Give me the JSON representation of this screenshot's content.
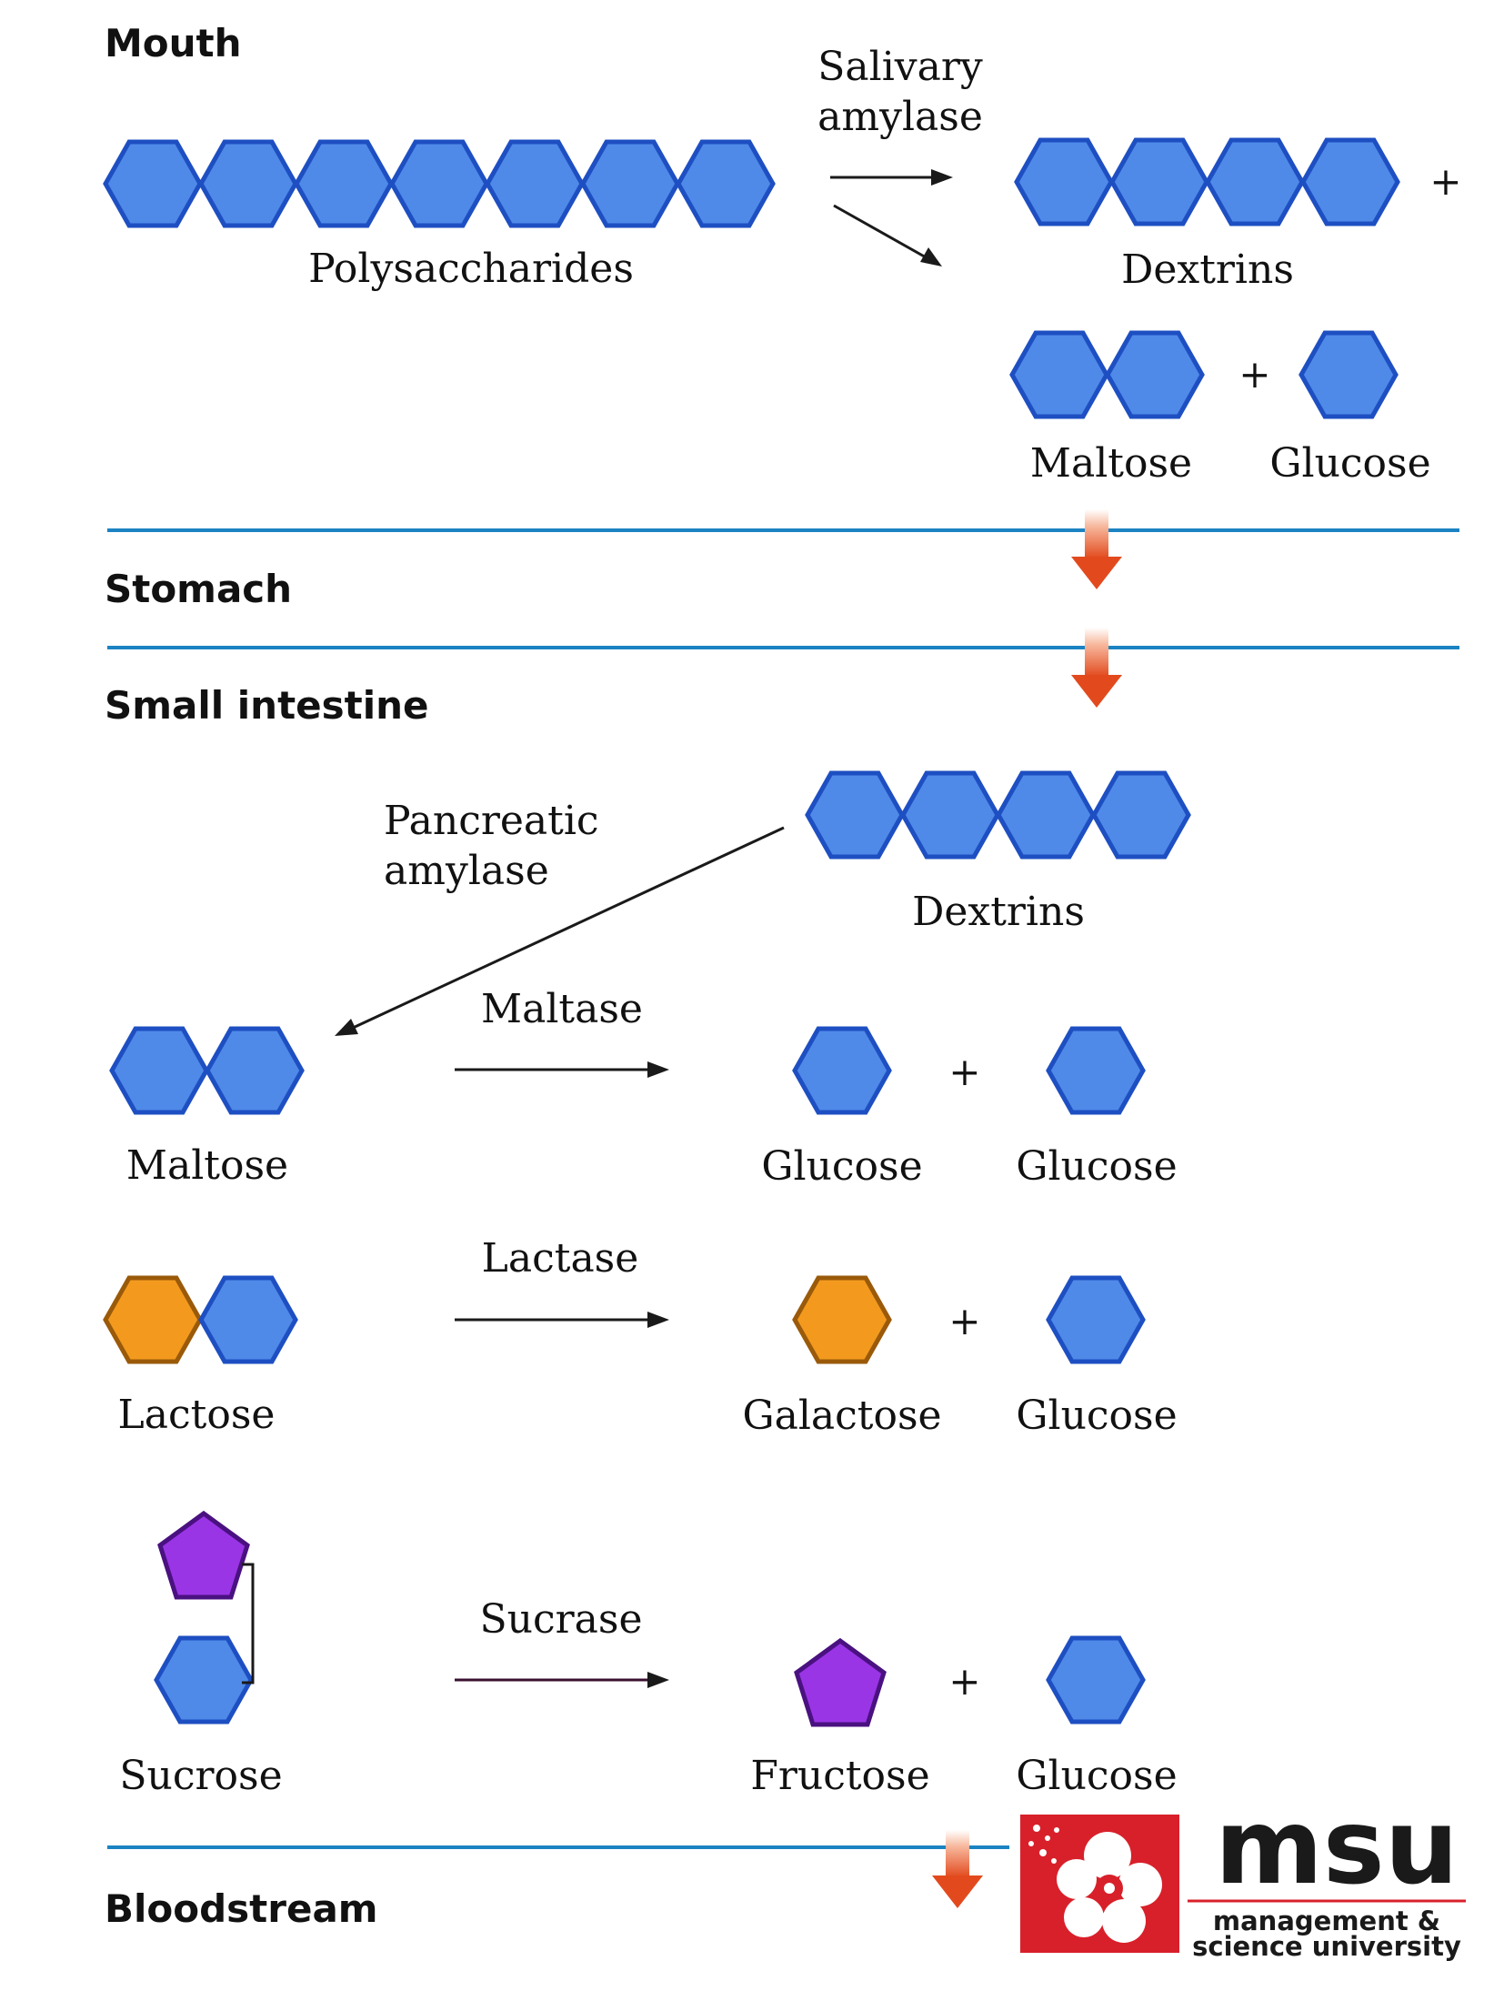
{
  "sections": {
    "mouth": "Mouth",
    "stomach": "Stomach",
    "small_intestine": "Small intestine",
    "bloodstream": "Bloodstream"
  },
  "mouth": {
    "enzyme_line1": "Salivary",
    "enzyme_line2": "amylase",
    "substrate": "Polysaccharides",
    "product_dextrins": "Dextrins",
    "product_maltose": "Maltose",
    "product_glucose": "Glucose",
    "plus": "+"
  },
  "small_intestine": {
    "enzyme_line1": "Pancreatic",
    "enzyme_line2": "amylase",
    "dextrins": "Dextrins",
    "reactions": [
      {
        "enzyme": "Maltase",
        "substrate": "Maltose",
        "product1": "Glucose",
        "product2": "Glucose",
        "plus": "+"
      },
      {
        "enzyme": "Lactase",
        "substrate": "Lactose",
        "product1": "Galactose",
        "product2": "Glucose",
        "plus": "+"
      },
      {
        "enzyme": "Sucrase",
        "substrate": "Sucrose",
        "product1": "Fructose",
        "product2": "Glucose",
        "plus": "+"
      }
    ]
  },
  "logo": {
    "name": "msu",
    "line1": "management &",
    "line2": "science university"
  },
  "colors": {
    "glucose_blue": "#4f8ae8",
    "galactose_orange": "#f39a1e",
    "fructose_purple": "#9a35e6",
    "divider_blue": "#1b83c2",
    "flow_arrow_red": "#e24a1e",
    "logo_red": "#d8202a"
  }
}
